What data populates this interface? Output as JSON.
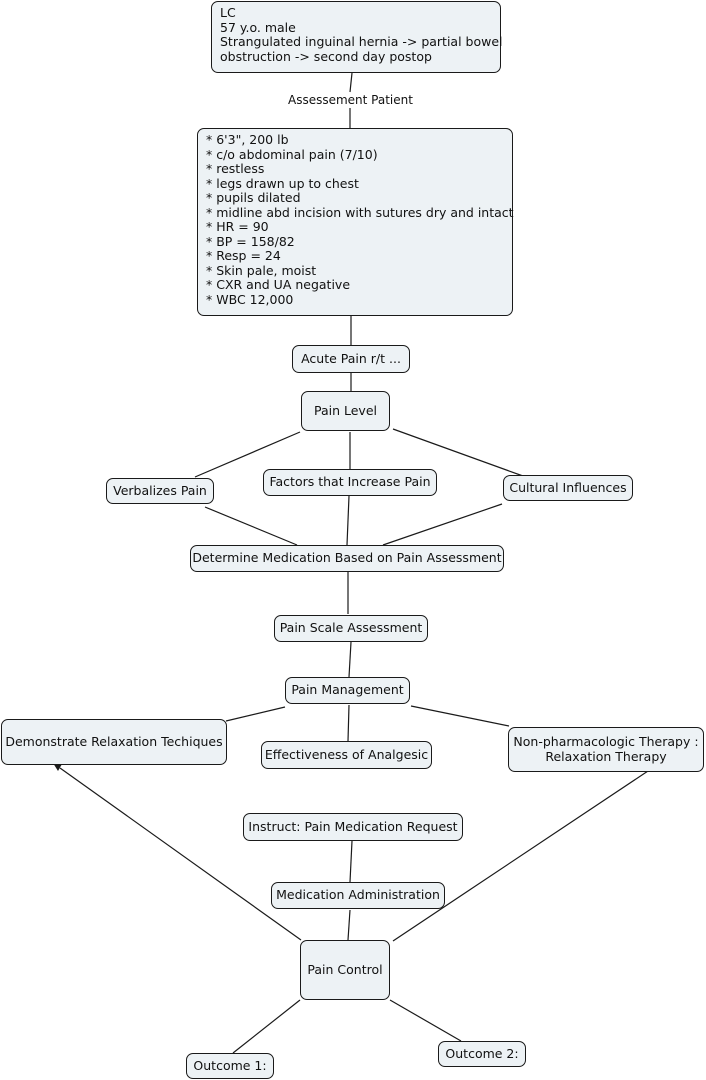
{
  "lc": {
    "lines": [
      "LC",
      "57 y.o. male",
      "Strangulated inguinal hernia -> partial bowel",
      "obstruction -> second day postop"
    ]
  },
  "edge_label": "Assessement Patient",
  "assessment": {
    "lines": [
      "* 6'3\", 200 lb",
      "* c/o abdominal pain (7/10)",
      "* restless",
      "* legs drawn up to chest",
      "* pupils dilated",
      "* midline abd incision with sutures dry and intact",
      "* HR = 90",
      "* BP = 158/82",
      "* Resp = 24",
      "* Skin pale, moist",
      "* CXR and UA negative",
      "* WBC 12,000"
    ]
  },
  "nodes": {
    "acute_pain": "Acute Pain r/t ...",
    "pain_level": "Pain Level",
    "verbalizes_pain": "Verbalizes Pain",
    "factors_increase": "Factors that Increase Pain",
    "cultural": "Cultural Influences",
    "determine_med": "Determine Medication Based on Pain Assessment",
    "pain_scale": "Pain Scale Assessment",
    "pain_mgmt": "Pain Management",
    "relaxation": "Demonstrate Relaxation Techiques",
    "effectiveness": "Effectiveness of Analgesic",
    "nonpharm": [
      "Non-pharmacologic Therapy :",
      "Relaxation Therapy"
    ],
    "instruct": "Instruct: Pain Medication Request",
    "med_admin": "Medication Administration",
    "pain_control": "Pain Control",
    "outcome1": "Outcome 1:",
    "outcome2": "Outcome 2:"
  }
}
